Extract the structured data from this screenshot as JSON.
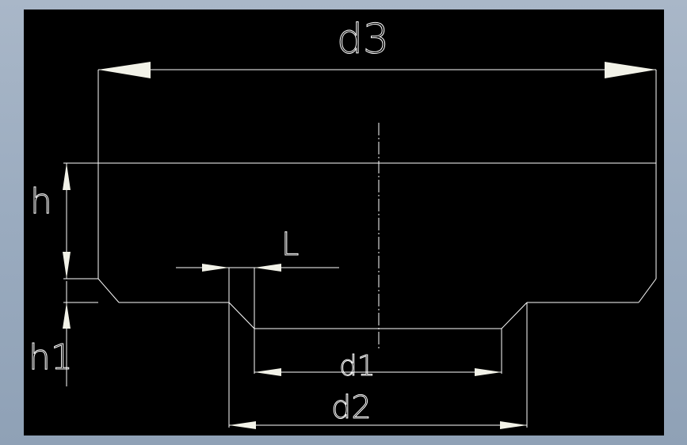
{
  "labels": {
    "d3": "d3",
    "h": "h",
    "L": "L",
    "h1": "h1",
    "d1": "d1",
    "d2": "d2"
  }
}
